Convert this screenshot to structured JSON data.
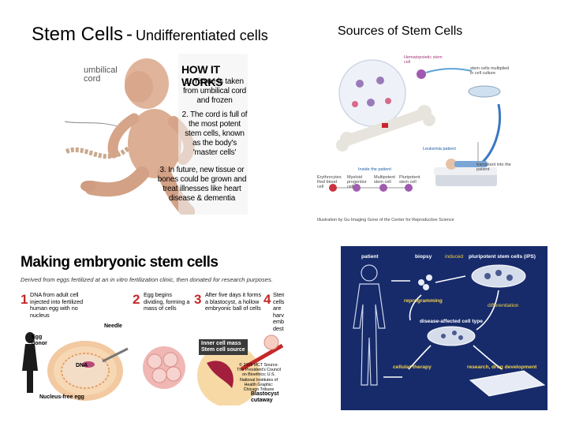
{
  "header": {
    "title": "Stem Cells",
    "dash": "-",
    "subtitle": "Undifferentiated cells",
    "right_title": "Sources of Stem Cells"
  },
  "panel_baby": {
    "umbilical": "umbilical",
    "cord": "cord",
    "how_it_works": "HOW IT WORKS",
    "step1": "1. Tissue is taken from umbilical cord and frozen",
    "step2": "2. The cord is full of the most potent stem cells, known as the body's 'master cells'",
    "step3": "3. In future, new tissue or bones could be grown and treat illnesses like heart disease & dementia"
  },
  "panel_sources": {
    "hematopoietic": "Hematopoietic stem cell",
    "culture": "stem cells multiplied in cell culture",
    "leukemia": "Leukemia patient",
    "transplant": "transplant into the patient",
    "inside": "Inside the patient",
    "c1": "Erythrocytes Red blood cell",
    "c2": "Myeloid progenitor cell",
    "c3": "Multipotent stem cell",
    "c4": "Pluripotent stem cell",
    "credit": "Illustration by Gu Imaging Gone of the Center for Reproductive Science"
  },
  "panel_embryo": {
    "heading": "Making embryonic stem cells",
    "subheading": "Derived from eggs fertilized at an in vitro fertilization clinic, then donated for research purposes.",
    "n1": "1",
    "t1": "DNA from adult cell injected into fertilized human egg with no nucleus",
    "n2": "2",
    "t2": "Egg begins dividing, forming a mass of cells",
    "n3": "3",
    "t3": "After five days it forms a blastocyst, a hollow embryonic ball of cells",
    "n4": "4",
    "t4": "Stem cells are harvested, embryo destroyed",
    "egg_donor": "Egg donor",
    "needle": "Needle",
    "dna": "DNA",
    "nucleus_free": "Nucleus-free egg",
    "inner_cell_mass": "Inner cell mass",
    "stem_cell_source": "Stem cell source",
    "blastocyst": "Blastocyst cutaway",
    "source": "© 2009 MCT Source: The President's Council on Bioethics; U.S. National Institutes of Health Graphic: Chicago Tribune"
  },
  "panel_ips": {
    "patient": "patient",
    "biopsy": "biopsy",
    "induced": "induced",
    "pluripotent": "pluripotent stem cells (iPS)",
    "reprogramming": "reprogramming",
    "differentiation": "differentiation",
    "disease": "disease-affected cell type",
    "therapy": "cellular therapy",
    "research": "research, drug development"
  }
}
